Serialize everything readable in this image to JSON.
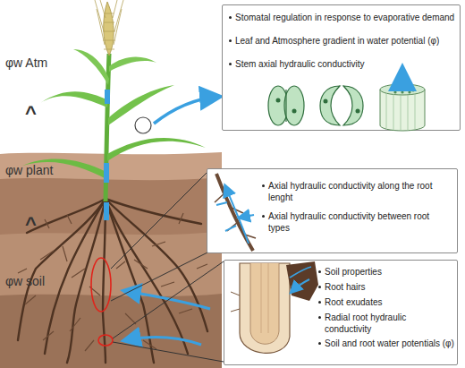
{
  "diagram": {
    "nodes": [
      {
        "text": [
          "Stomatal regulation in response to evaporative demand",
          "Leaf and Atmosphere gradient in water potential (φ)",
          "Stem axial hydraulic conductivity"
        ]
      },
      {
        "text": [
          "Axial hydraulic conductivity along the root lenght",
          "Axial hydraulic conductivity between root types"
        ]
      },
      {
        "text": [
          "Soil properties",
          "Root hairs",
          "Root exudates",
          "Radial root hydraulic conductivity",
          "Soil and root water potentials (φ)"
        ]
      }
    ],
    "labels": [
      "φw Atm",
      "^",
      "φw plant",
      "^",
      "φw soil"
    ]
  }
}
